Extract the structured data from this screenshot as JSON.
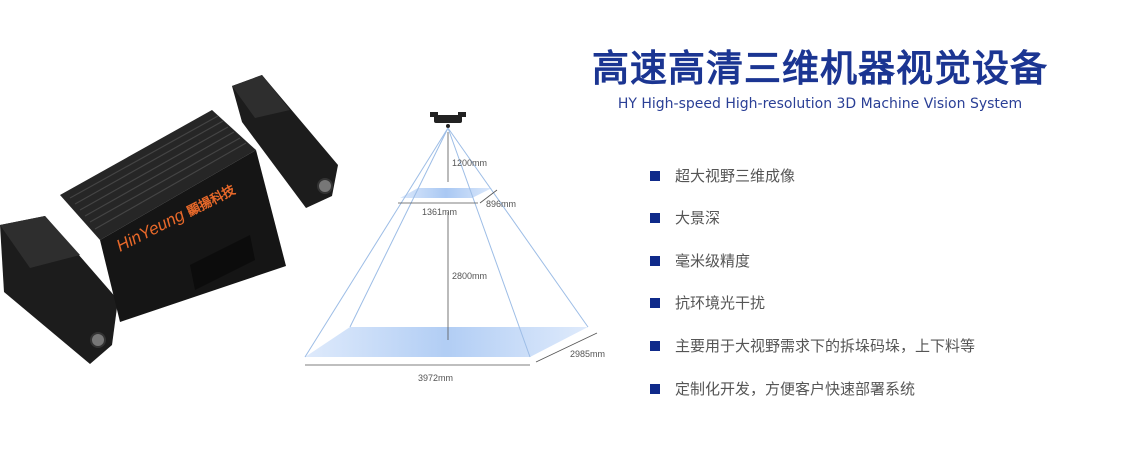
{
  "header": {
    "title": "高速高清三维机器视觉设备",
    "subtitle": "HY High-speed High-resolution 3D Machine Vision System"
  },
  "features": [
    "超大视野三维成像",
    "大景深",
    "毫米级精度",
    "抗环境光干扰",
    "主要用于大视野需求下的拆垛码垛，上下料等",
    "定制化开发，方便客户快速部署系统"
  ],
  "device": {
    "brand": "HinYeung",
    "brand_cn": "顯揚科技",
    "logo_color": "#e8692a"
  },
  "diagram": {
    "near_distance": "1200mm",
    "far_distance": "2800mm",
    "near_width": "1361mm",
    "near_depth": "896mm",
    "far_width": "3972mm",
    "far_depth": "2985mm"
  },
  "colors": {
    "title": "#1b3592",
    "bullet": "#0f2a8a",
    "text": "#555555"
  }
}
